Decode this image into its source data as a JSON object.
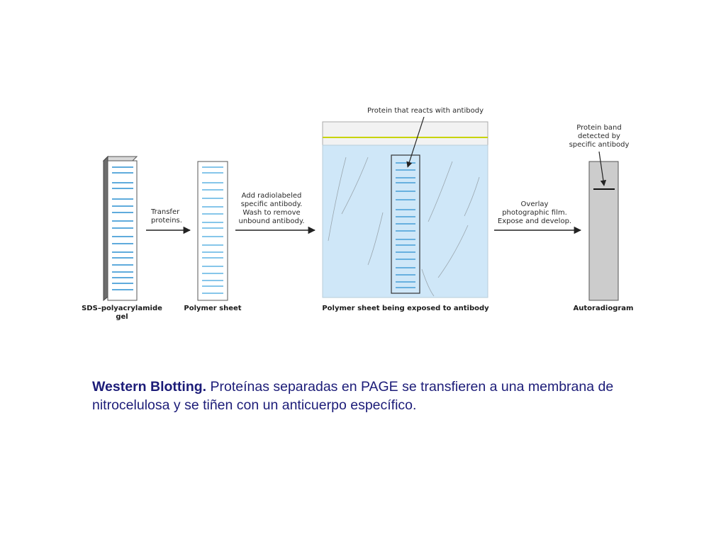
{
  "diagram": {
    "labels": {
      "sds_gel_line1": "SDS–polyacrylamide",
      "sds_gel_line2": "gel",
      "polymer_sheet": "Polymer sheet",
      "exposed_sheet": "Polymer sheet being exposed to antibody",
      "autoradiogram": "Autoradiogram"
    },
    "steps": {
      "transfer": [
        "Transfer",
        "proteins."
      ],
      "antibody": [
        "Add radiolabeled",
        "specific antibody.",
        "Wash to remove",
        "unbound antibody."
      ],
      "overlay": [
        "Overlay",
        "photographic film.",
        "Expose and develop."
      ]
    },
    "callouts": {
      "protein_reacts": "Protein that reacts with antibody",
      "band_detected": [
        "Protein band",
        "detected by",
        "specific antibody"
      ]
    },
    "colors": {
      "band_blue": "#2a8fd0",
      "band_light": "#5fb4e4",
      "bag_fill": "#cfe7f8",
      "bag_seal": "#c8d400",
      "film_gray": "#cccccc",
      "caption_text": "#1c1c78"
    }
  },
  "caption": {
    "bold": "Western Blotting.",
    "text": " Proteínas separadas en PAGE se transfieren a una membrana de nitrocelulosa y se tiñen con un anticuerpo específico."
  }
}
